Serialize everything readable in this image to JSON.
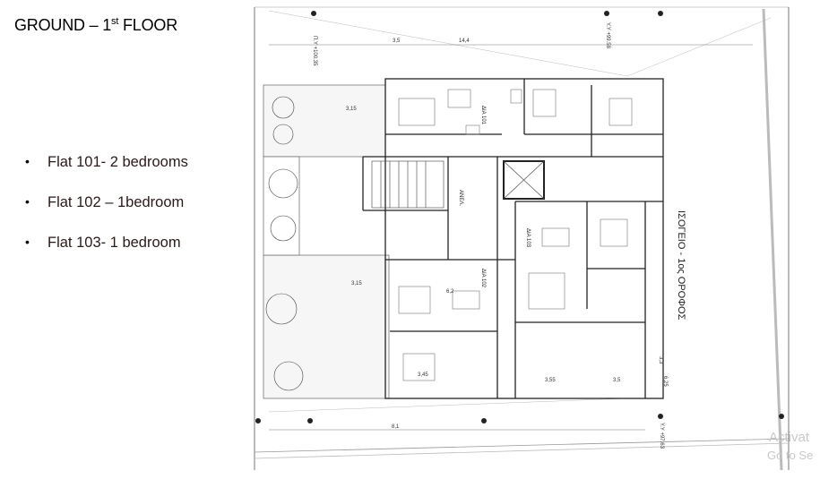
{
  "slide": {
    "title_main": "GROUND – 1",
    "title_sup": "st",
    "title_end": " FLOOR",
    "bullets": [
      "Flat 101- 2 bedrooms",
      "Flat 102 – 1bedroom",
      "Flat 103- 1 bedroom"
    ]
  },
  "plan": {
    "floor_label": "ΙΣΟΓΕΙΟ - 1ος ΟΡΟΦΟΣ",
    "lift_label": "ΑΝΕΛ.",
    "flat_labels": [
      "ΔΙΑ 101",
      "ΔΙΑ 102",
      "ΔΙΑ 103"
    ],
    "dims": {
      "top_total": "14,4",
      "top_left": "3,5",
      "left_terrace": "3,15",
      "left_terrace_2": "3,15",
      "living_102": "6,2",
      "bed_102": "3,45",
      "bath_103": "3,55",
      "right_103": "3,5",
      "bottom_total": "8,1",
      "side_right": "3,3",
      "side_right_2": "6,25"
    },
    "levels": {
      "yy1": "Υ.Υ +99.58",
      "yy2": "Υ.Υ +97.63",
      "yy3": "Π.Υ +100.35"
    }
  },
  "watermark": {
    "line1": "Activat",
    "line2": "Go to Se"
  }
}
